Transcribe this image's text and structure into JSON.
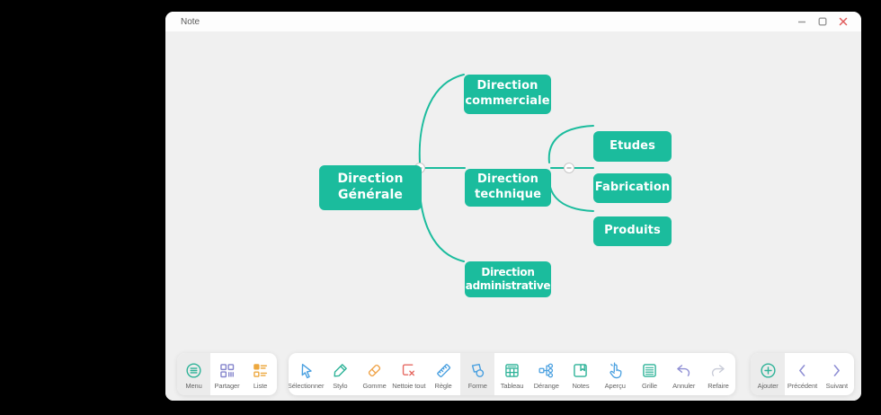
{
  "window": {
    "title": "Note"
  },
  "mindmap": {
    "nodes": {
      "generale": "Direction Générale",
      "commerciale": "Direction commerciale",
      "technique": "Direction technique",
      "administrative": "Direction administrative",
      "etudes": "Etudes",
      "fabrication": "Fabrication",
      "produits": "Produits"
    }
  },
  "toolbar": {
    "left": [
      {
        "label": "Menu",
        "active": true
      },
      {
        "label": "Partager",
        "active": false
      },
      {
        "label": "Liste",
        "active": false
      }
    ],
    "main": [
      {
        "label": "Sélectionner",
        "active": false
      },
      {
        "label": "Stylo",
        "active": false
      },
      {
        "label": "Gomme",
        "active": false
      },
      {
        "label": "Nettoie tout",
        "active": false
      },
      {
        "label": "Règle",
        "active": false
      },
      {
        "label": "Forme",
        "active": true
      },
      {
        "label": "Tableau",
        "active": false
      },
      {
        "label": "Dérange",
        "active": false
      },
      {
        "label": "Notes",
        "active": false
      },
      {
        "label": "Aperçu",
        "active": false
      },
      {
        "label": "Grille",
        "active": false
      },
      {
        "label": "Annuler",
        "active": false
      },
      {
        "label": "Refaire",
        "active": false
      }
    ],
    "right": [
      {
        "label": "Ajouter",
        "active": true
      },
      {
        "label": "Précédent",
        "active": false
      },
      {
        "label": "Suivant",
        "active": false
      }
    ]
  },
  "colors": {
    "node_teal": "#1bbc9d",
    "canvas_gray": "#f0f0f0",
    "accent_green": "#2eb398",
    "accent_blue": "#4aa0e0",
    "accent_orange": "#eda83f",
    "accent_red": "#e66a63",
    "accent_indigo": "#8f8fd4",
    "disabled_gray": "#c9ccd8",
    "close_red": "#e05c5c"
  }
}
